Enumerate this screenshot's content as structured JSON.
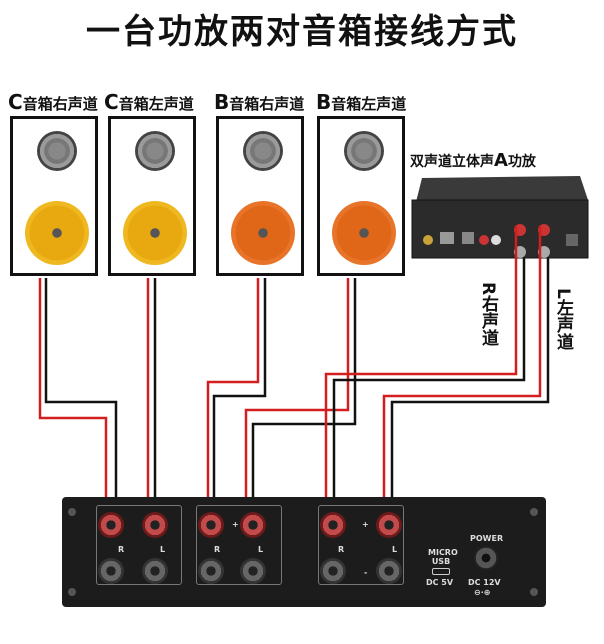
{
  "title": "一台功放两对音箱接线方式",
  "speakers": [
    {
      "prefix": "C",
      "label": "音箱右声道",
      "cone": "yellow"
    },
    {
      "prefix": "C",
      "label": "音箱左声道",
      "cone": "yellow"
    },
    {
      "prefix": "B",
      "label": "音箱右声道",
      "cone": "orange"
    },
    {
      "prefix": "B",
      "label": "音箱左声道",
      "cone": "orange"
    }
  ],
  "amplifier": {
    "label_pre": "双声道立体声",
    "label_letter": "A",
    "label_post": "功放"
  },
  "channels": {
    "right": "R右声道",
    "left": "L左声道"
  },
  "panel": {
    "r": "R",
    "l": "L",
    "micro_usb": "MICRO USB",
    "dc5v": "DC 5V",
    "power": "POWER",
    "dc12v": "DC 12V",
    "plus": "+",
    "minus": "-"
  },
  "colors": {
    "red_wire": "#d21e1e",
    "black_wire": "#111111"
  }
}
